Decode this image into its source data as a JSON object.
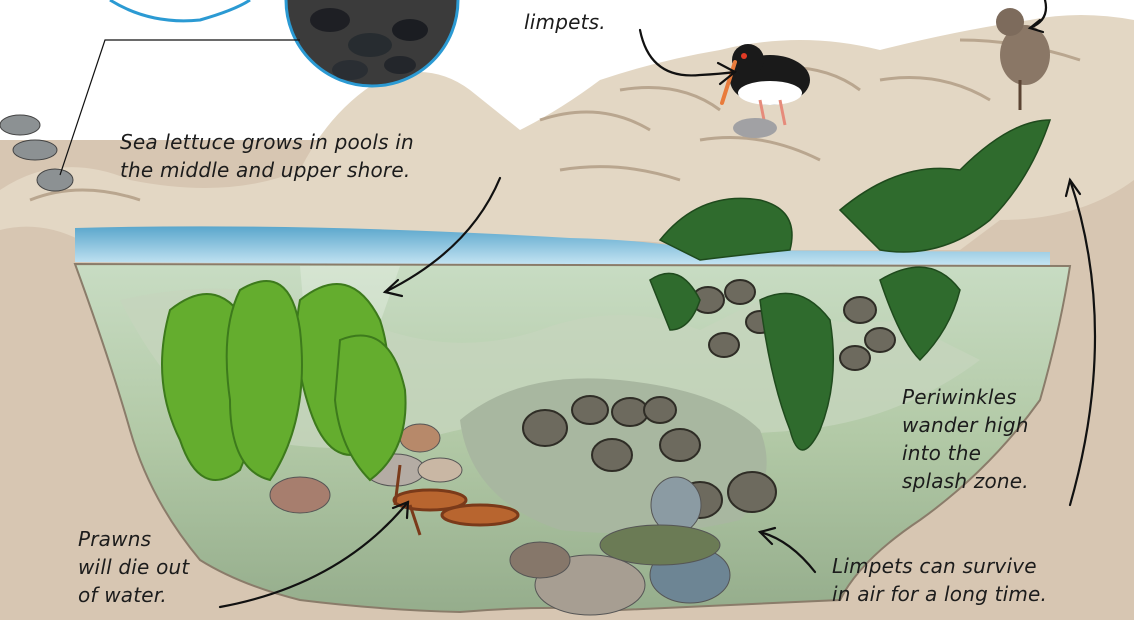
{
  "labels": {
    "limpets_top": "limpets.",
    "sea_lettuce": "Sea lettuce grows in pools in\nthe middle and upper shore.",
    "periwinkles": "Periwinkles\nwander high\ninto the\nsplash zone.",
    "prawns": "Prawns\nwill die out\nof water.",
    "limpets_survive": "Limpets can survive\nin air for a long time."
  },
  "colors": {
    "cliff": "#d4c2ad",
    "water": "#8fd0ea",
    "pool": "#a9c6a8",
    "seaweed": "#2f6b2d",
    "sea_lettuce": "#64ad2e"
  }
}
